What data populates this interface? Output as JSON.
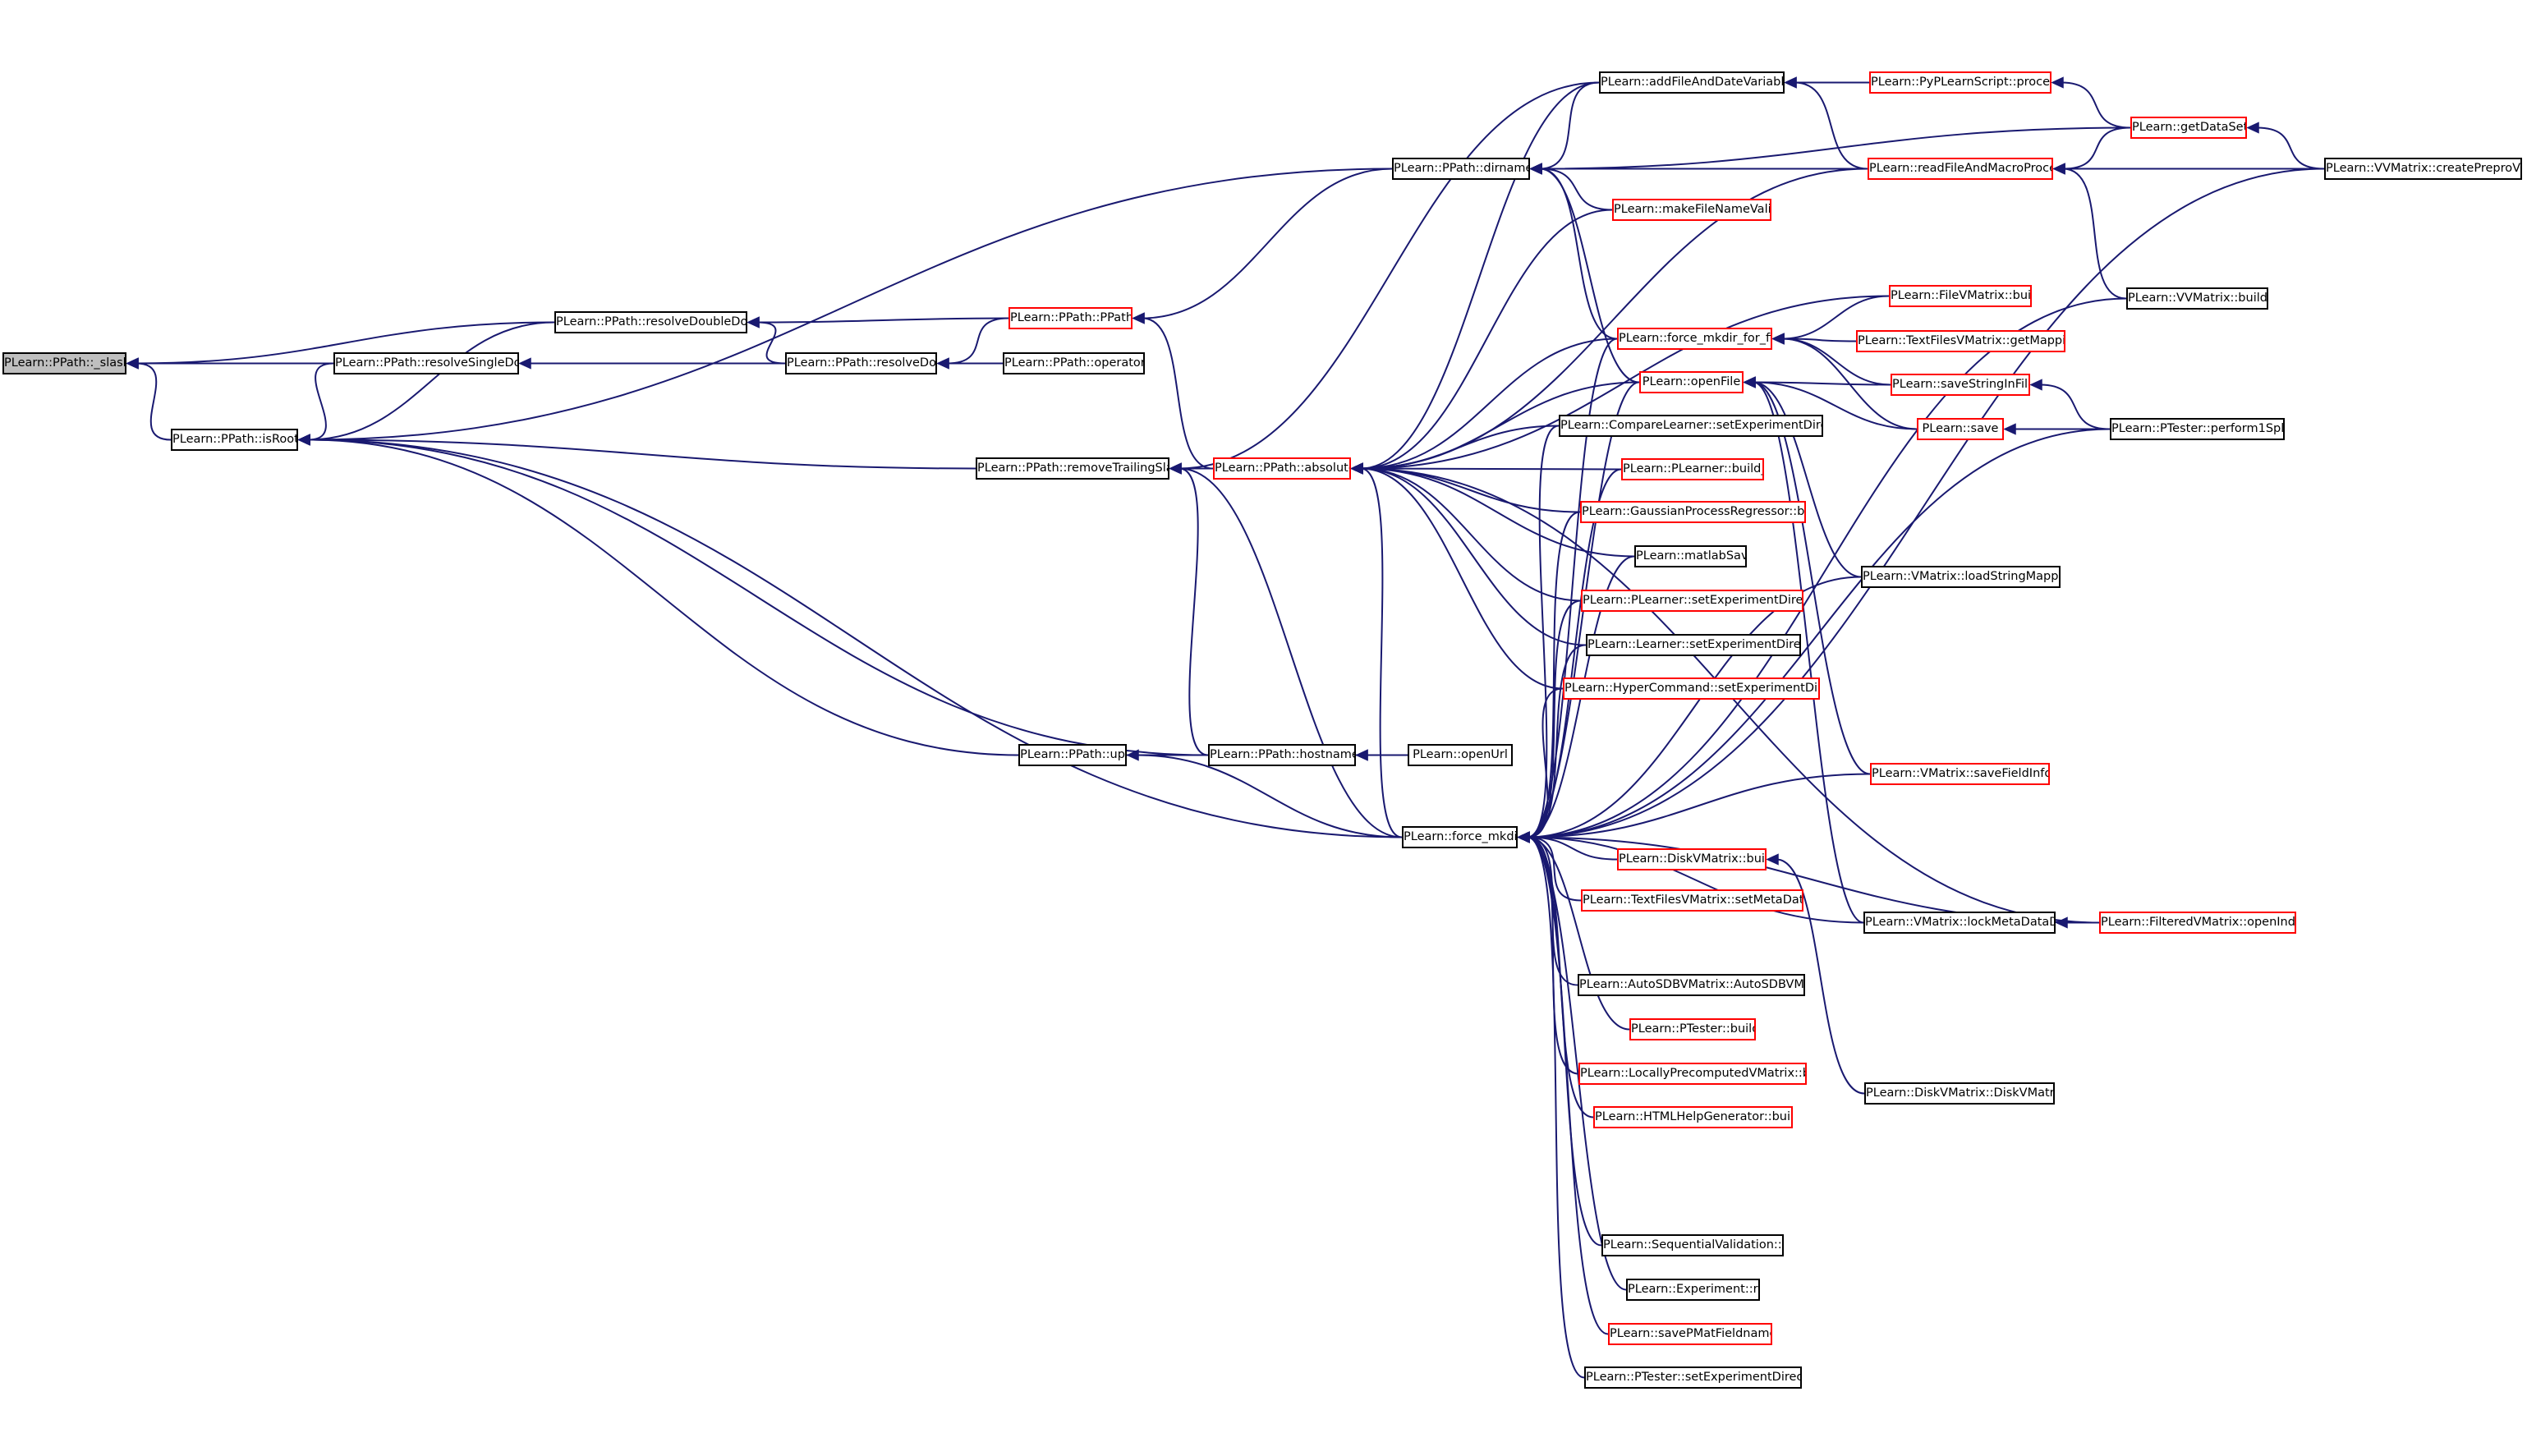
{
  "nodes": [
    {
      "id": "slash",
      "label": "PLearn::PPath::_slash",
      "style": "root"
    },
    {
      "id": "isRoot",
      "label": "PLearn::PPath::isRoot",
      "style": "black"
    },
    {
      "id": "resolveDoubleDots",
      "label": "PLearn::PPath::resolveDoubleDots",
      "style": "black"
    },
    {
      "id": "resolveSingleDots",
      "label": "PLearn::PPath::resolveSingleDots",
      "style": "black"
    },
    {
      "id": "resolveDots",
      "label": "PLearn::PPath::resolveDots",
      "style": "black"
    },
    {
      "id": "ppath",
      "label": "PLearn::PPath::PPath",
      "style": "red"
    },
    {
      "id": "operatorEq",
      "label": "PLearn::PPath::operator=",
      "style": "black"
    },
    {
      "id": "removeTrailingSlash",
      "label": "PLearn::PPath::removeTrailingSlash",
      "style": "black"
    },
    {
      "id": "absolute",
      "label": "PLearn::PPath::absolute",
      "style": "red"
    },
    {
      "id": "dirname",
      "label": "PLearn::PPath::dirname",
      "style": "black"
    },
    {
      "id": "addFileAndDateVariables",
      "label": "PLearn::addFileAndDateVariables",
      "style": "black"
    },
    {
      "id": "pyProcess",
      "label": "PLearn::PyPLearnScript::process",
      "style": "red"
    },
    {
      "id": "getDataSet",
      "label": "PLearn::getDataSet",
      "style": "red"
    },
    {
      "id": "readFileAndMacroProcess",
      "label": "PLearn::readFileAndMacroProcess",
      "style": "red"
    },
    {
      "id": "createPreproVMat",
      "label": "PLearn::VVMatrix::createPreproVMat",
      "style": "black"
    },
    {
      "id": "makeFileNameValid",
      "label": "PLearn::makeFileNameValid",
      "style": "red"
    },
    {
      "id": "vvBuild",
      "label": "PLearn::VVMatrix::build_",
      "style": "black"
    },
    {
      "id": "fileVBuild",
      "label": "PLearn::FileVMatrix::build_",
      "style": "red"
    },
    {
      "id": "forceMkdirForFile",
      "label": "PLearn::force_mkdir_for_file",
      "style": "red"
    },
    {
      "id": "tfGetMapping",
      "label": "PLearn::TextFilesVMatrix::getMapping",
      "style": "red"
    },
    {
      "id": "openFile",
      "label": "PLearn::openFile",
      "style": "red"
    },
    {
      "id": "saveStringInFile",
      "label": "PLearn::saveStringInFile",
      "style": "red"
    },
    {
      "id": "save",
      "label": "PLearn::save",
      "style": "red"
    },
    {
      "id": "performSplit",
      "label": "PLearn::PTester::perform1Split",
      "style": "black"
    },
    {
      "id": "compareSetExp",
      "label": "PLearn::CompareLearner::setExperimentDirectory",
      "style": "black"
    },
    {
      "id": "plearnerBuild",
      "label": "PLearn::PLearner::build_",
      "style": "red"
    },
    {
      "id": "gprBuild",
      "label": "PLearn::GaussianProcessRegressor::build_",
      "style": "red"
    },
    {
      "id": "matlabSave",
      "label": "PLearn::matlabSave",
      "style": "black"
    },
    {
      "id": "loadStringMapping",
      "label": "PLearn::VMatrix::loadStringMapping",
      "style": "black"
    },
    {
      "id": "plearnerSetExp",
      "label": "PLearn::PLearner::setExperimentDirectory",
      "style": "red"
    },
    {
      "id": "learnerSetExp",
      "label": "PLearn::Learner::setExperimentDirectory",
      "style": "black"
    },
    {
      "id": "hyperSetExp",
      "label": "PLearn::HyperCommand::setExperimentDirectory",
      "style": "red"
    },
    {
      "id": "up",
      "label": "PLearn::PPath::up",
      "style": "black"
    },
    {
      "id": "hostname",
      "label": "PLearn::PPath::hostname",
      "style": "black"
    },
    {
      "id": "openUrl",
      "label": "PLearn::openUrl",
      "style": "black"
    },
    {
      "id": "saveFieldInfos",
      "label": "PLearn::VMatrix::saveFieldInfos",
      "style": "red"
    },
    {
      "id": "forceMkdir",
      "label": "PLearn::force_mkdir",
      "style": "black"
    },
    {
      "id": "diskBuild",
      "label": "PLearn::DiskVMatrix::build_",
      "style": "red"
    },
    {
      "id": "tfSetMeta",
      "label": "PLearn::TextFilesVMatrix::setMetaDataDir",
      "style": "red"
    },
    {
      "id": "lockMetaDataDir",
      "label": "PLearn::VMatrix::lockMetaDataDir",
      "style": "black"
    },
    {
      "id": "filteredOpenIndex",
      "label": "PLearn::FilteredVMatrix::openIndex",
      "style": "red"
    },
    {
      "id": "autoSDB",
      "label": "PLearn::AutoSDBVMatrix::AutoSDBVMatrix",
      "style": "black"
    },
    {
      "id": "ptesterBuild",
      "label": "PLearn::PTester::build_",
      "style": "red"
    },
    {
      "id": "locallyBuild",
      "label": "PLearn::LocallyPrecomputedVMatrix::build_",
      "style": "red"
    },
    {
      "id": "htmlBuild",
      "label": "PLearn::HTMLHelpGenerator::build_",
      "style": "red"
    },
    {
      "id": "diskVMatrix",
      "label": "PLearn::DiskVMatrix::DiskVMatrix",
      "style": "black"
    },
    {
      "id": "seqRun",
      "label": "PLearn::SequentialValidation::run",
      "style": "black"
    },
    {
      "id": "expRun",
      "label": "PLearn::Experiment::run",
      "style": "black"
    },
    {
      "id": "savePMat",
      "label": "PLearn::savePMatFieldnames",
      "style": "red"
    },
    {
      "id": "ptesterSetExp",
      "label": "PLearn::PTester::setExperimentDirectory",
      "style": "black"
    }
  ],
  "edges": [
    [
      "isRoot",
      "slash"
    ],
    [
      "resolveDoubleDots",
      "slash"
    ],
    [
      "resolveSingleDots",
      "slash"
    ],
    [
      "resolveDoubleDots",
      "isRoot"
    ],
    [
      "resolveSingleDots",
      "isRoot"
    ],
    [
      "removeTrailingSlash",
      "isRoot"
    ],
    [
      "dirname",
      "isRoot"
    ],
    [
      "up",
      "isRoot"
    ],
    [
      "hostname",
      "isRoot"
    ],
    [
      "forceMkdir",
      "isRoot"
    ],
    [
      "resolveDots",
      "resolveDoubleDots"
    ],
    [
      "ppath",
      "resolveDoubleDots"
    ],
    [
      "resolveDots",
      "resolveSingleDots"
    ],
    [
      "ppath",
      "resolveDots"
    ],
    [
      "operatorEq",
      "resolveDots"
    ],
    [
      "dirname",
      "ppath"
    ],
    [
      "absolute",
      "ppath"
    ],
    [
      "absolute",
      "removeTrailingSlash"
    ],
    [
      "addFileAndDateVariables",
      "removeTrailingSlash"
    ],
    [
      "hostname",
      "removeTrailingSlash"
    ],
    [
      "forceMkdir",
      "removeTrailingSlash"
    ],
    [
      "addFileAndDateVariables",
      "absolute"
    ],
    [
      "readFileAndMacroProcess",
      "absolute"
    ],
    [
      "makeFileNameValid",
      "absolute"
    ],
    [
      "fileVBuild",
      "absolute"
    ],
    [
      "forceMkdirForFile",
      "absolute"
    ],
    [
      "openFile",
      "absolute"
    ],
    [
      "compareSetExp",
      "absolute"
    ],
    [
      "plearnerBuild",
      "absolute"
    ],
    [
      "gprBuild",
      "absolute"
    ],
    [
      "matlabSave",
      "absolute"
    ],
    [
      "plearnerSetExp",
      "absolute"
    ],
    [
      "learnerSetExp",
      "absolute"
    ],
    [
      "hyperSetExp",
      "absolute"
    ],
    [
      "forceMkdir",
      "absolute"
    ],
    [
      "filteredOpenIndex",
      "absolute"
    ],
    [
      "addFileAndDateVariables",
      "dirname"
    ],
    [
      "readFileAndMacroProcess",
      "dirname"
    ],
    [
      "makeFileNameValid",
      "dirname"
    ],
    [
      "getDataSet",
      "dirname"
    ],
    [
      "forceMkdirForFile",
      "dirname"
    ],
    [
      "openFile",
      "dirname"
    ],
    [
      "pyProcess",
      "addFileAndDateVariables"
    ],
    [
      "readFileAndMacroProcess",
      "addFileAndDateVariables"
    ],
    [
      "getDataSet",
      "pyProcess"
    ],
    [
      "getDataSet",
      "readFileAndMacroProcess"
    ],
    [
      "createPreproVMat",
      "readFileAndMacroProcess"
    ],
    [
      "vvBuild",
      "readFileAndMacroProcess"
    ],
    [
      "createPreproVMat",
      "getDataSet"
    ],
    [
      "fileVBuild",
      "forceMkdirForFile"
    ],
    [
      "tfGetMapping",
      "forceMkdirForFile"
    ],
    [
      "saveStringInFile",
      "forceMkdirForFile"
    ],
    [
      "save",
      "forceMkdirForFile"
    ],
    [
      "saveStringInFile",
      "openFile"
    ],
    [
      "save",
      "openFile"
    ],
    [
      "loadStringMapping",
      "openFile"
    ],
    [
      "saveFieldInfos",
      "openFile"
    ],
    [
      "lockMetaDataDir",
      "openFile"
    ],
    [
      "performSplit",
      "saveStringInFile"
    ],
    [
      "performSplit",
      "save"
    ],
    [
      "up",
      "hostname"
    ],
    [
      "openUrl",
      "hostname"
    ],
    [
      "forceMkdir",
      "up"
    ],
    [
      "forceMkdirForFile",
      "forceMkdir"
    ],
    [
      "openFile",
      "forceMkdir"
    ],
    [
      "compareSetExp",
      "forceMkdir"
    ],
    [
      "plearnerBuild",
      "forceMkdir"
    ],
    [
      "gprBuild",
      "forceMkdir"
    ],
    [
      "matlabSave",
      "forceMkdir"
    ],
    [
      "plearnerSetExp",
      "forceMkdir"
    ],
    [
      "learnerSetExp",
      "forceMkdir"
    ],
    [
      "hyperSetExp",
      "forceMkdir"
    ],
    [
      "vvBuild",
      "forceMkdir"
    ],
    [
      "performSplit",
      "forceMkdir"
    ],
    [
      "loadStringMapping",
      "forceMkdir"
    ],
    [
      "saveFieldInfos",
      "forceMkdir"
    ],
    [
      "diskBuild",
      "forceMkdir"
    ],
    [
      "tfSetMeta",
      "forceMkdir"
    ],
    [
      "lockMetaDataDir",
      "forceMkdir"
    ],
    [
      "autoSDB",
      "forceMkdir"
    ],
    [
      "ptesterBuild",
      "forceMkdir"
    ],
    [
      "locallyBuild",
      "forceMkdir"
    ],
    [
      "htmlBuild",
      "forceMkdir"
    ],
    [
      "filteredOpenIndex",
      "forceMkdir"
    ],
    [
      "seqRun",
      "forceMkdir"
    ],
    [
      "expRun",
      "forceMkdir"
    ],
    [
      "savePMat",
      "forceMkdir"
    ],
    [
      "ptesterSetExp",
      "forceMkdir"
    ],
    [
      "createPreproVMat",
      "forceMkdir"
    ],
    [
      "diskVMatrix",
      "diskBuild"
    ],
    [
      "filteredOpenIndex",
      "lockMetaDataDir"
    ]
  ],
  "colors": {
    "edge": "#191970",
    "node_border": "#000000",
    "node_border_red": "#ff0000",
    "root_fill": "#bfbfbf",
    "node_fill": "#ffffff"
  }
}
